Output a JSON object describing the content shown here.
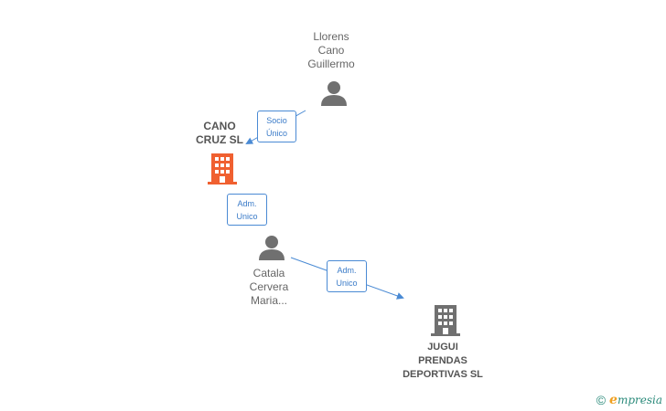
{
  "nodes": {
    "llorens": {
      "lines": [
        "Llorens",
        "Cano",
        "Guillermo"
      ]
    },
    "cano_cruz": {
      "lines": [
        "CANO",
        "CRUZ  SL"
      ]
    },
    "catala": {
      "lines": [
        "Catala",
        "Cervera",
        "Maria..."
      ]
    },
    "jugui": {
      "lines": [
        "JUGUI",
        "PRENDAS",
        "DEPORTIVAS SL"
      ]
    }
  },
  "edges": {
    "socio": {
      "lines": [
        "Socio",
        "Único"
      ]
    },
    "adm1": {
      "lines": [
        "Adm.",
        "Unico"
      ]
    },
    "adm2": {
      "lines": [
        "Adm.",
        "Unico"
      ]
    }
  },
  "footer": {
    "copyright": "©",
    "brand_initial": "e",
    "brand_rest": "mpresia"
  },
  "colors": {
    "person": "#707070",
    "company_main": "#f06030",
    "company": "#707070",
    "edge": "#4a8ad4"
  }
}
